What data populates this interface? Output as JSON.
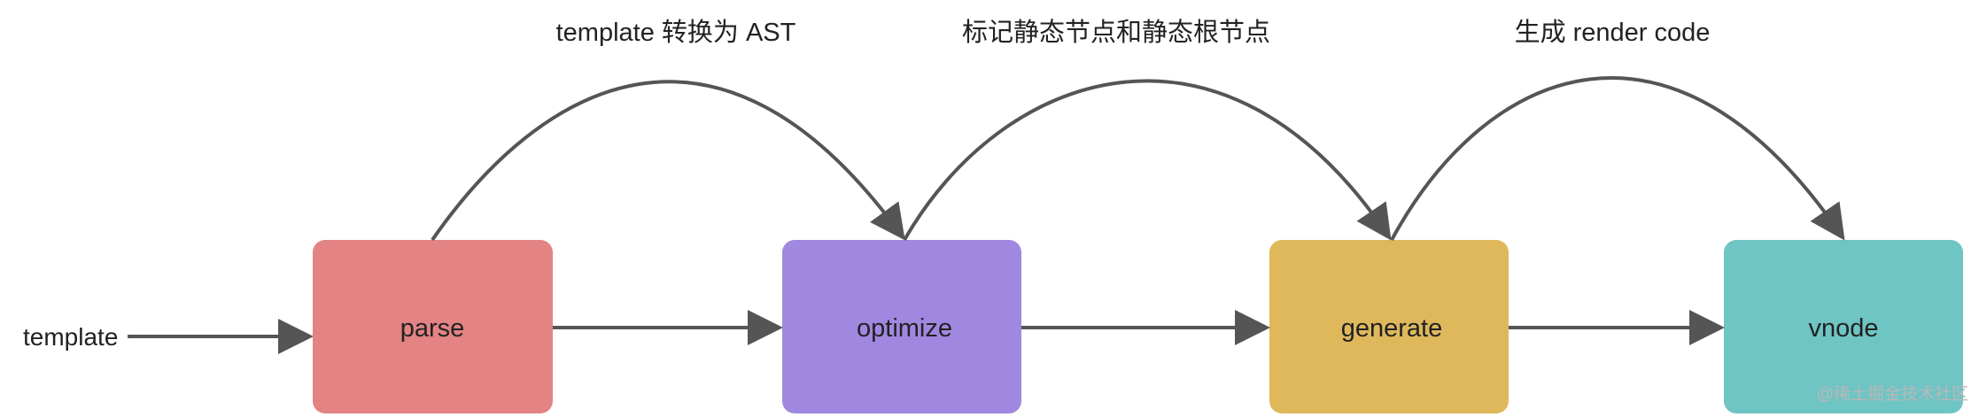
{
  "input": {
    "label": "template"
  },
  "nodes": [
    {
      "id": "parse",
      "label": "parse",
      "color": "#e38383"
    },
    {
      "id": "optimize",
      "label": "optimize",
      "color": "#a088e0"
    },
    {
      "id": "generate",
      "label": "generate",
      "color": "#dfb85c"
    },
    {
      "id": "vnode",
      "label": "vnode",
      "color": "#6fc4c4"
    }
  ],
  "arcs": [
    {
      "label": "template 转换为 AST"
    },
    {
      "label": "标记静态节点和静态根节点"
    },
    {
      "label": "生成 render code"
    }
  ],
  "watermark": "@稀土掘金技术社区",
  "colors": {
    "arrow": "#555555",
    "text": "#222222"
  }
}
